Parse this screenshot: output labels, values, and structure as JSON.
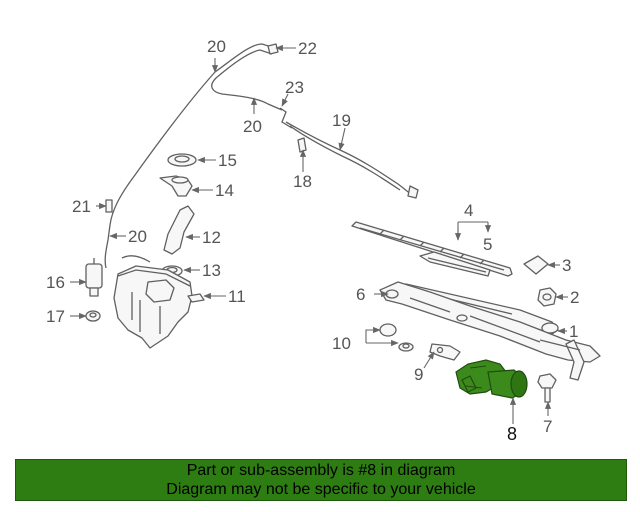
{
  "callouts": {
    "c1": "1",
    "c2": "2",
    "c3": "3",
    "c4": "4",
    "c5": "5",
    "c6": "6",
    "c7": "7",
    "c8": "8",
    "c9": "9",
    "c10": "10",
    "c11": "11",
    "c12": "12",
    "c13": "13",
    "c14": "14",
    "c15": "15",
    "c16": "16",
    "c17": "17",
    "c18": "18",
    "c19": "19",
    "c20a": "20",
    "c20b": "20",
    "c20c": "20",
    "c21": "21",
    "c22": "22",
    "c23": "23"
  },
  "highlight": {
    "part": "8",
    "color": "#2e7d12"
  },
  "banner": {
    "line1": "Part or sub-assembly is #8 in diagram",
    "line2": "Diagram may not be specific to your vehicle"
  },
  "colors": {
    "highlight_part": "#3c8a1c",
    "banner_bg": "#2e7d12",
    "line": "#606060"
  }
}
